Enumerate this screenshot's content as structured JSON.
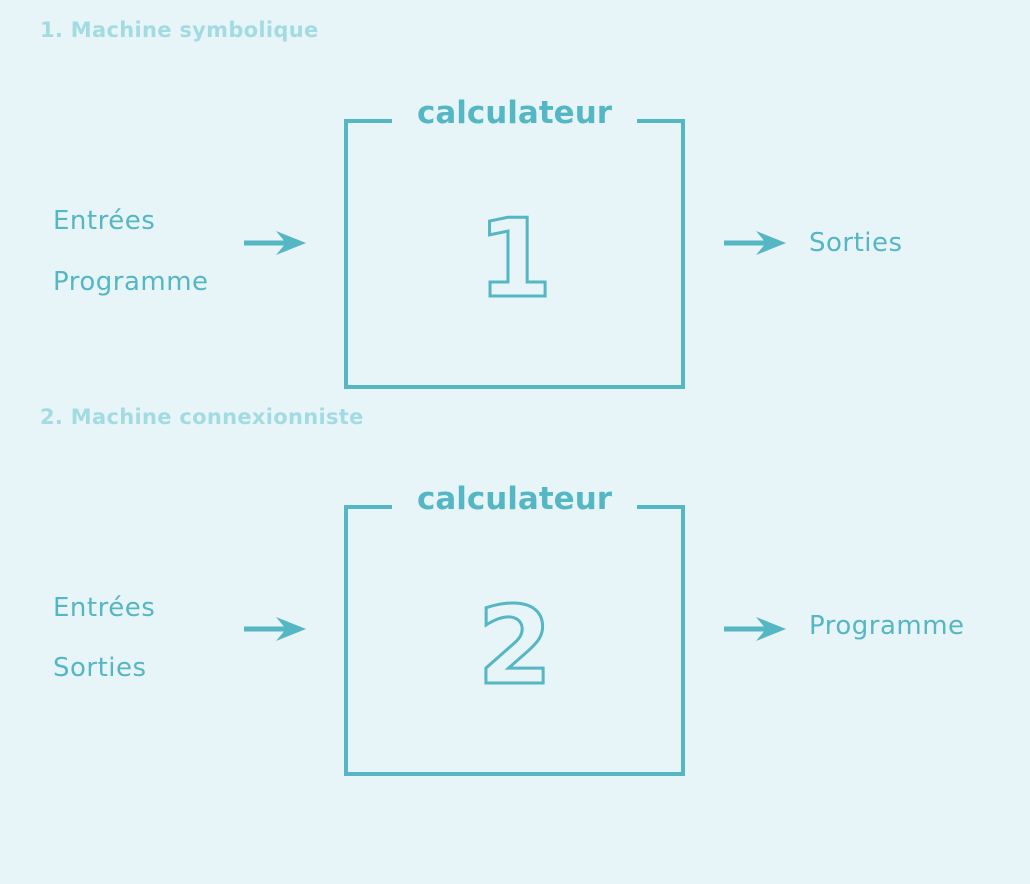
{
  "sections": [
    {
      "title": "1. Machine symbolique",
      "box_label": "calculateur",
      "number": "1",
      "inputs": [
        "Entrées",
        "Programme"
      ],
      "output": "Sorties"
    },
    {
      "title": "2. Machine connexionniste",
      "box_label": "calculateur",
      "number": "2",
      "inputs": [
        "Entrées",
        "Sorties"
      ],
      "output": "Programme"
    }
  ],
  "colors": {
    "background": "#e8f5f8",
    "accent": "#55b6c4",
    "title": "#a3dbe2"
  }
}
